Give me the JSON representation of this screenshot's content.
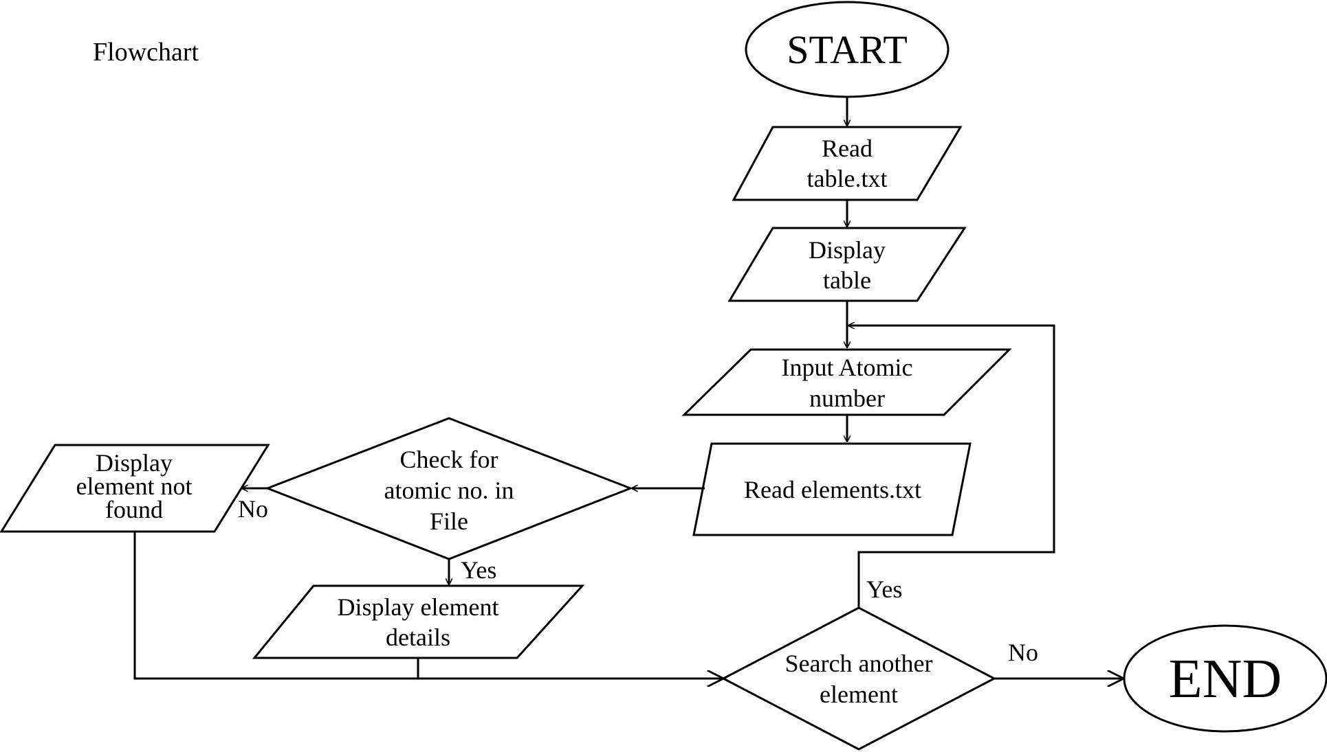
{
  "title": "Flowchart",
  "nodes": {
    "start": "START",
    "read_table": [
      "Read",
      "table.txt"
    ],
    "display_table": [
      "Display",
      "table"
    ],
    "input_atomic": [
      "Input Atomic",
      "number"
    ],
    "read_elements": "Read elements.txt",
    "check": [
      "Check for",
      "atomic no. in",
      "File"
    ],
    "not_found": [
      "Display",
      "element not",
      "found"
    ],
    "display_details": [
      "Display element",
      "details"
    ],
    "search_another": [
      "Search another",
      "element"
    ],
    "end": "END"
  },
  "edge_labels": {
    "check_no": "No",
    "check_yes": "Yes",
    "search_yes": "Yes",
    "search_no": "No"
  },
  "colors": {
    "stroke": "#000000",
    "background": "#ffffff"
  }
}
